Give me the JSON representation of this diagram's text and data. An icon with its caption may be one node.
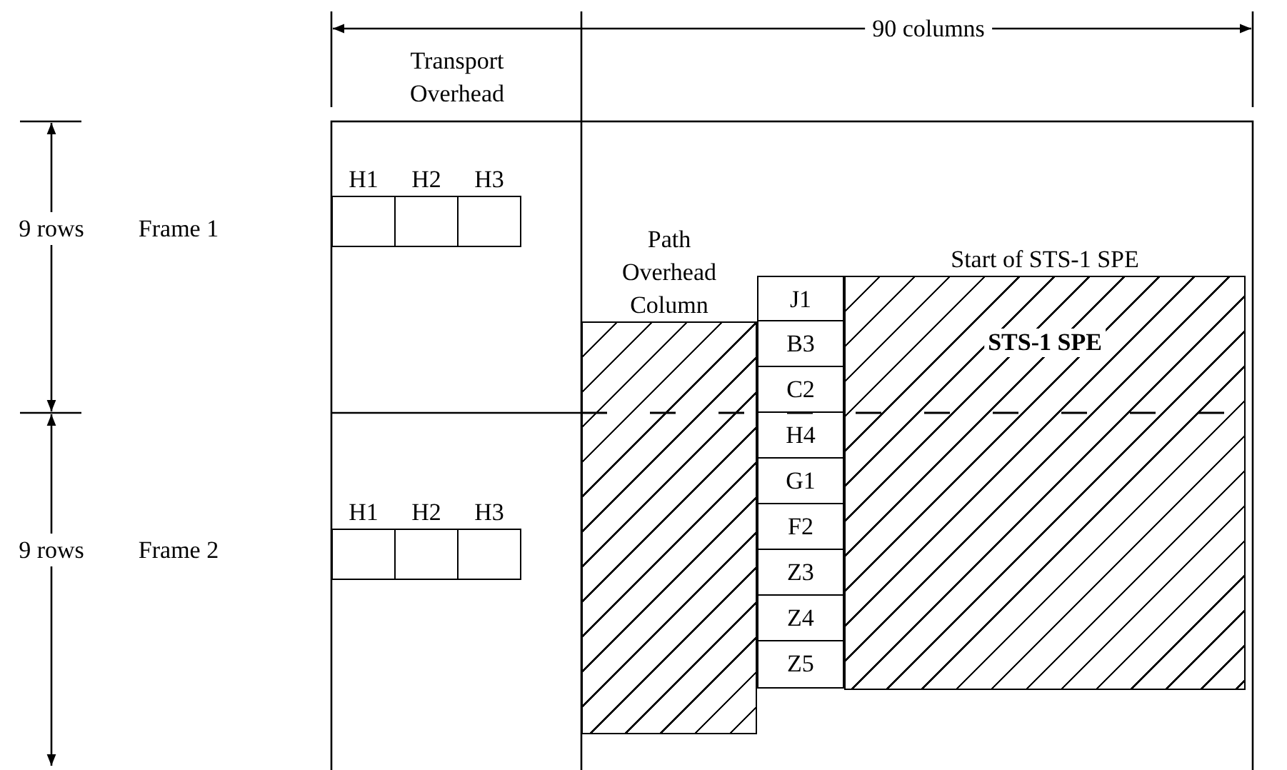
{
  "diagram": {
    "nodes": [
      {
        "text": [
          "Path Overhead Column"
        ]
      },
      {
        "text": [
          "J1"
        ]
      },
      {
        "text": [
          "B3"
        ]
      },
      {
        "text": [
          "C2"
        ]
      },
      {
        "text": [
          "H4"
        ]
      },
      {
        "text": [
          "G1"
        ]
      },
      {
        "text": [
          "F2"
        ]
      },
      {
        "text": [
          "Z3"
        ]
      },
      {
        "text": [
          "Z4"
        ]
      },
      {
        "text": [
          "Z5"
        ]
      },
      {
        "text": [
          "Start of STS-1 SPE",
          "STS-1 SPE"
        ]
      },
      {
        "text": [
          "H1"
        ]
      },
      {
        "text": [
          "H2"
        ]
      },
      {
        "text": [
          "H3"
        ]
      },
      {
        "text": [
          "H1"
        ]
      },
      {
        "text": [
          "H2"
        ]
      },
      {
        "text": [
          "H3"
        ]
      }
    ],
    "labels": [
      "90 columns",
      "Transport Overhead",
      "9 rows",
      "Frame 1",
      "9 rows",
      "Frame 2"
    ]
  }
}
